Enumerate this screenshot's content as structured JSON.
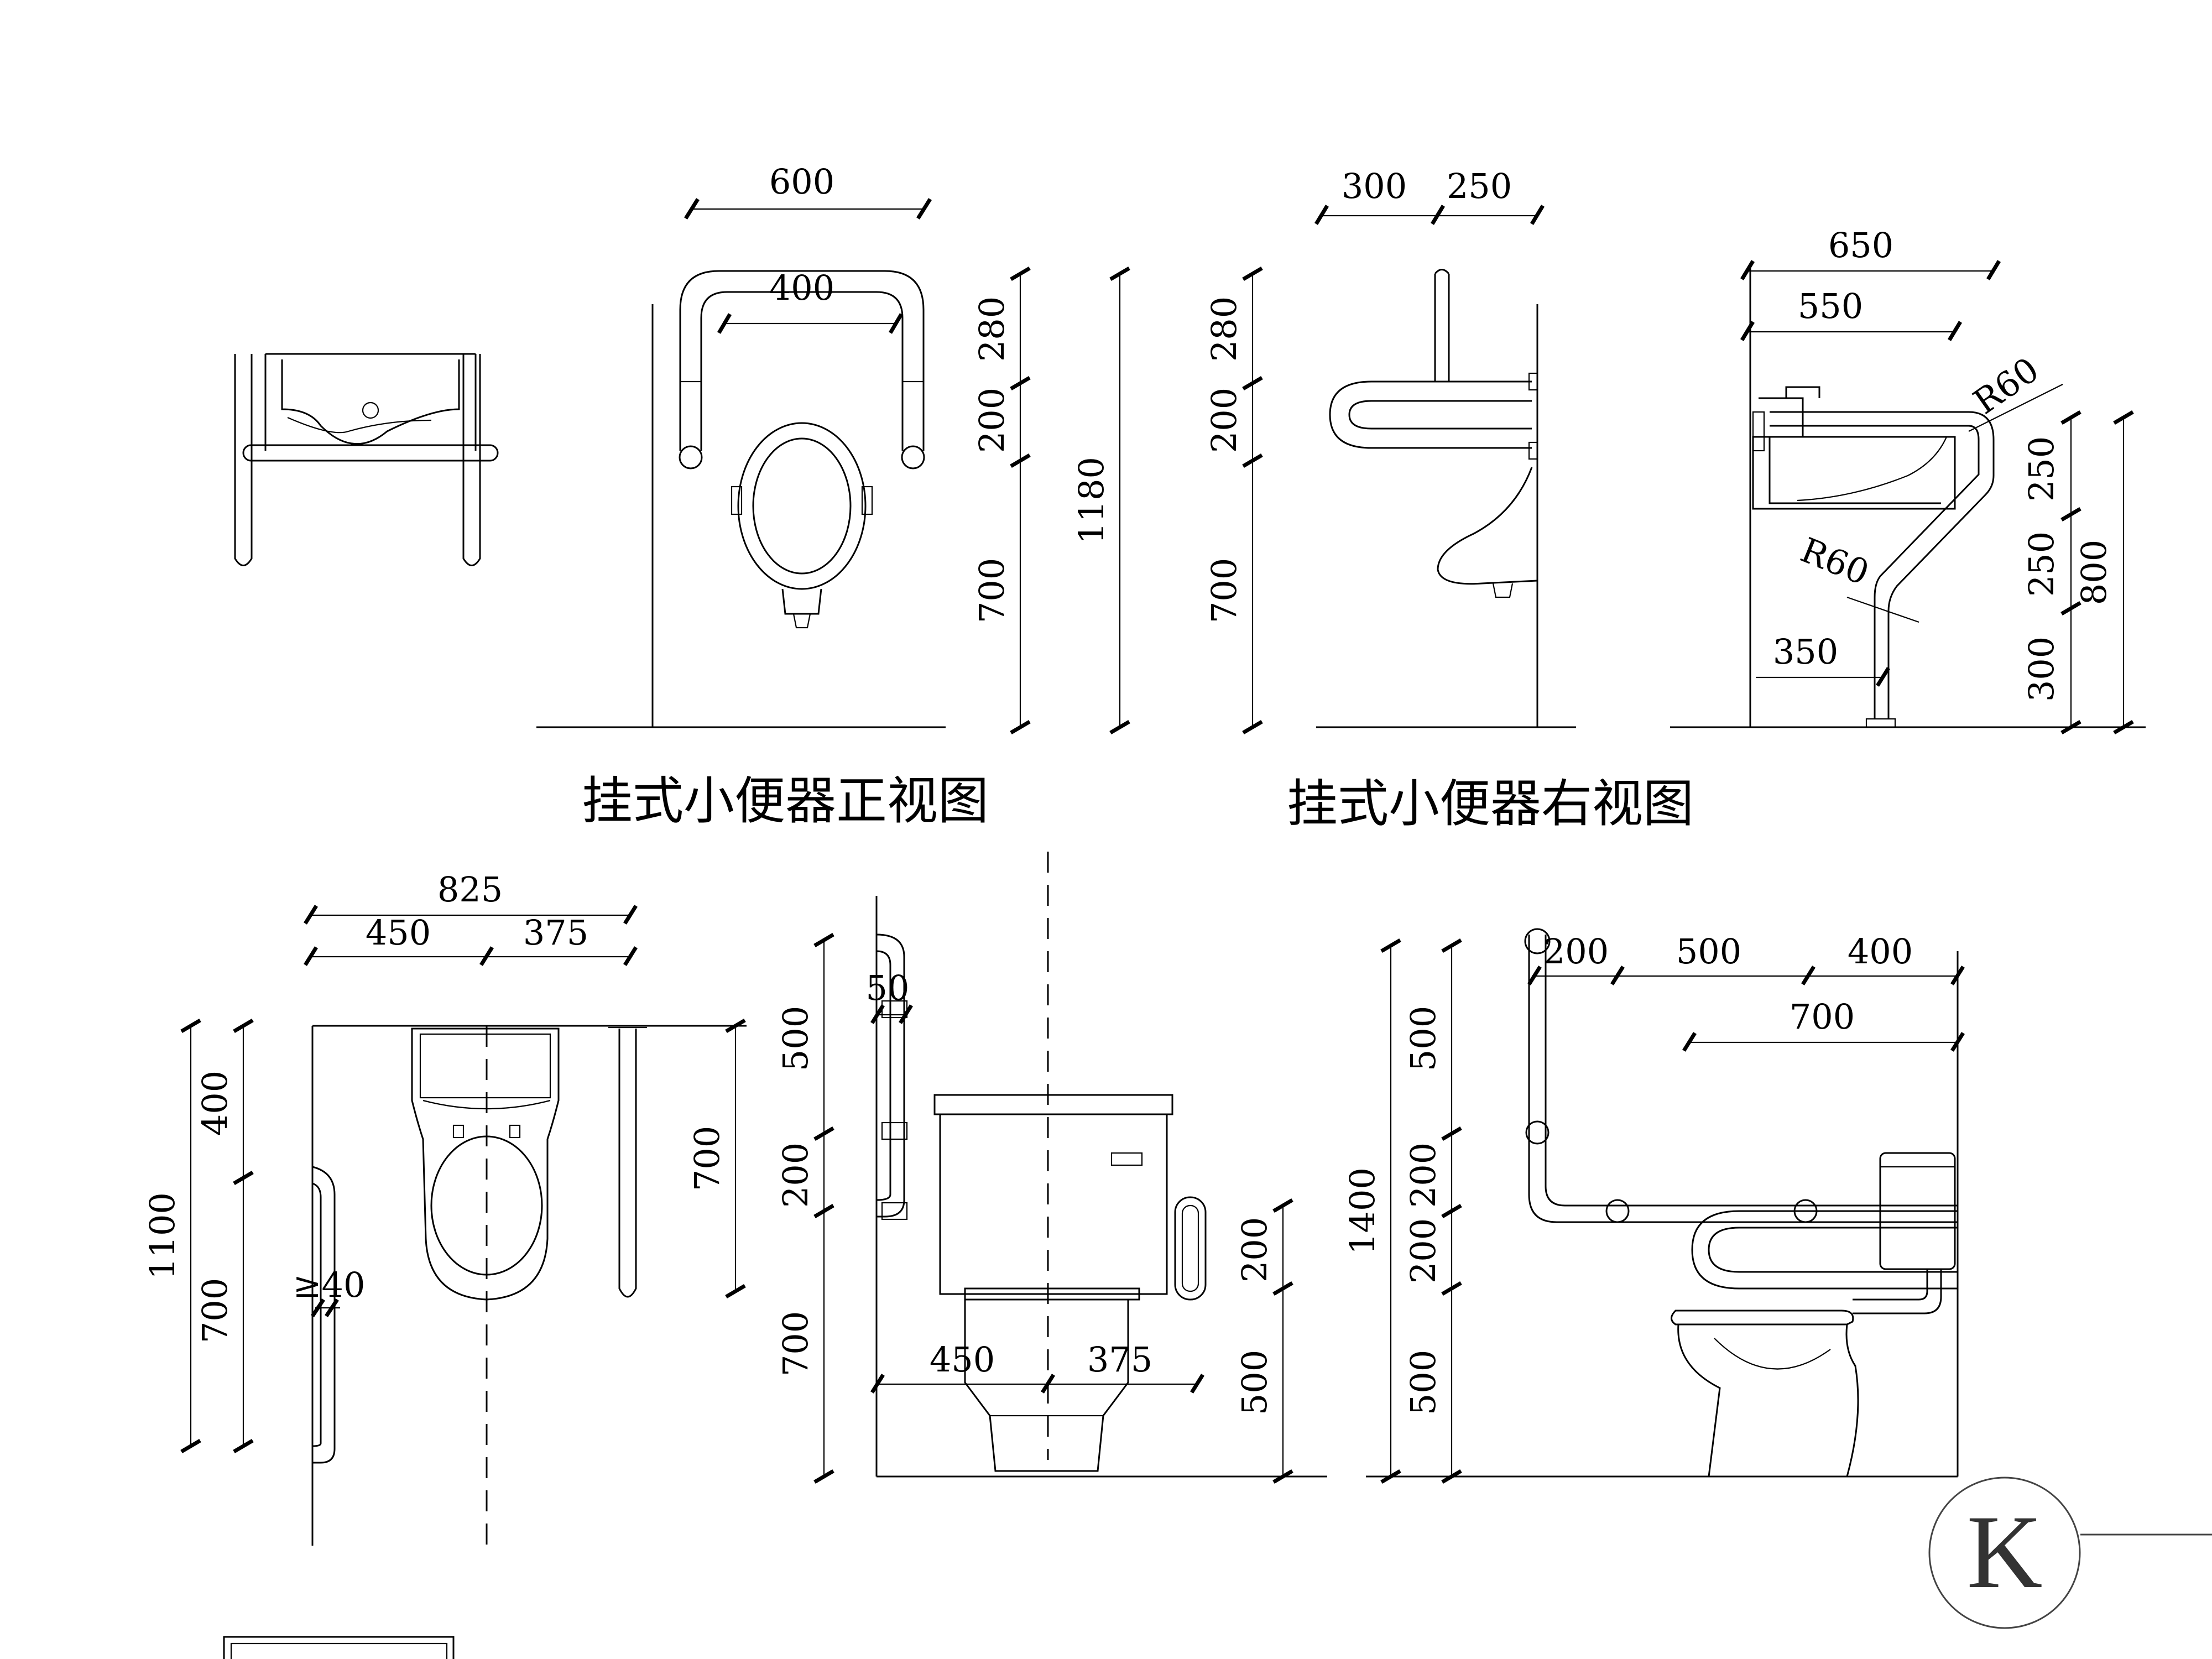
{
  "titles": {
    "urinal_front": "挂式小便器正视图",
    "urinal_right": "挂式小便器右视图"
  },
  "dims": {
    "uf_600": "600",
    "uf_400": "400",
    "uf_280": "280",
    "uf_200": "200",
    "uf_700": "700",
    "uf_1180": "1180",
    "ur_300": "300",
    "ur_250": "250",
    "ur_280": "280",
    "ur_200": "200",
    "ur_700": "700",
    "bs_650": "650",
    "bs_550": "550",
    "bs_r60a": "R60",
    "bs_r60b": "R60",
    "bs_350": "350",
    "bs_250a": "250",
    "bs_250b": "250",
    "bs_300": "300",
    "bs_800": "800",
    "tp_825": "825",
    "tp_450": "450",
    "tp_375": "375",
    "tp_1100": "1100",
    "tp_400": "400",
    "tp_700": "700",
    "tp_ge40": "≥40",
    "tp_700r": "700",
    "tf_500": "500",
    "tf_50": "50",
    "tf_200": "200",
    "tf_700": "700",
    "tf_450": "450",
    "tf_375": "375",
    "tf_200r": "200",
    "tf_500r": "500",
    "ts_200": "200",
    "ts_500": "500",
    "ts_400": "400",
    "ts_700": "700",
    "ts_1400": "1400",
    "ts_500a": "500",
    "ts_200a": "200",
    "ts_200b": "200",
    "ts_500b": "500"
  },
  "logo": {
    "letter": "K"
  }
}
